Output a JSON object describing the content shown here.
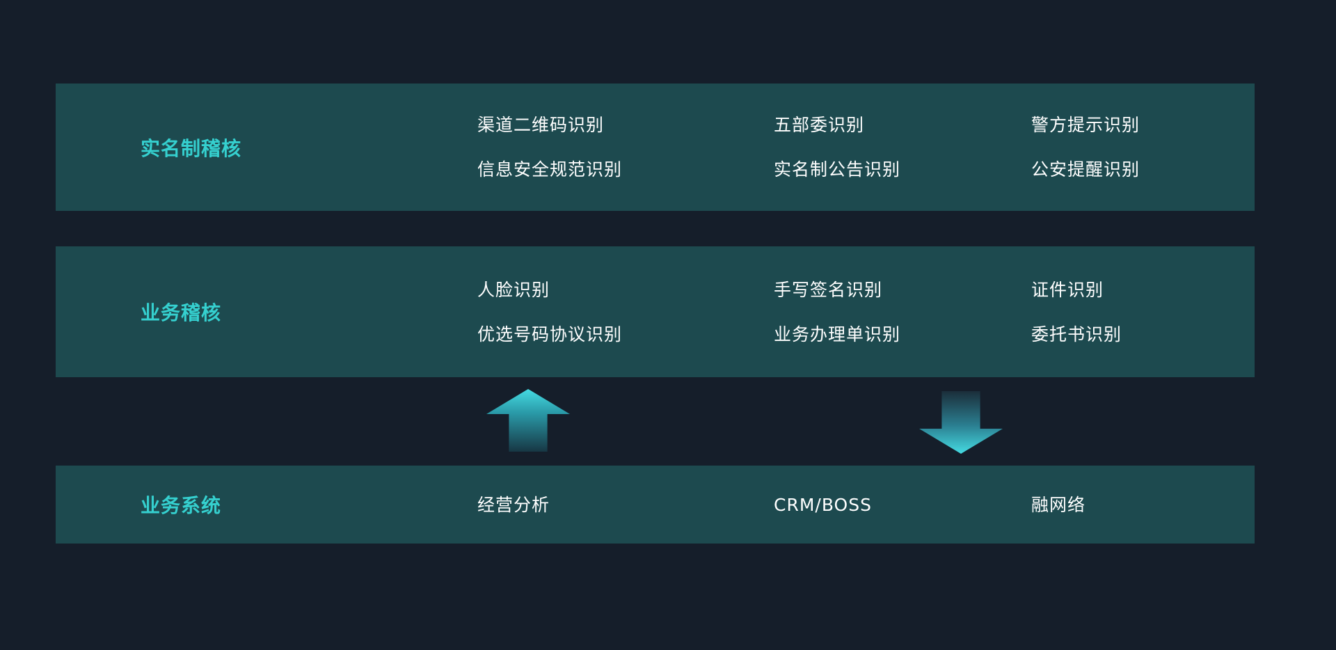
{
  "colors": {
    "background": "#151e2a",
    "band": "#1d4a4f",
    "accent": "#35d0cf",
    "text": "#ffffff",
    "arrow_bright": "#45dbe2",
    "arrow_dark": "#173744"
  },
  "rows": [
    {
      "label": "实名制稽核",
      "columns": [
        [
          "渠道二维码识别",
          "信息安全规范识别"
        ],
        [
          "五部委识别",
          "实名制公告识别"
        ],
        [
          "警方提示识别",
          "公安提醒识别"
        ]
      ]
    },
    {
      "label": "业务稽核",
      "columns": [
        [
          "人脸识别",
          "优选号码协议识别"
        ],
        [
          "手写签名识别",
          "业务办理单识别"
        ],
        [
          "证件识别",
          "委托书识别"
        ]
      ]
    }
  ],
  "bottom": {
    "label": "业务系统",
    "items": [
      "经营分析",
      "CRM/BOSS",
      "融网络"
    ]
  },
  "icons": {
    "up_arrow": "arrow-up-icon",
    "down_arrow": "arrow-down-icon"
  }
}
